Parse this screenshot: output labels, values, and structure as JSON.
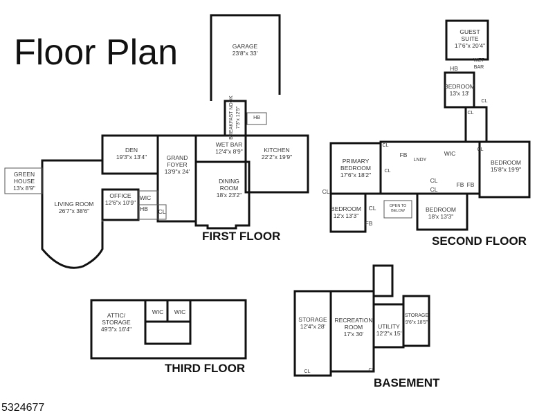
{
  "title": "Floor Plan",
  "listing_number": "5324677",
  "floors": {
    "first": "FIRST FLOOR",
    "second": "SECOND FLOOR",
    "third": "THIRD FLOOR",
    "basement": "BASEMENT"
  },
  "first_floor": {
    "garage": {
      "name": "GARAGE",
      "dims": "23'8\"x 33'"
    },
    "breakfast_nook": {
      "name": "BREAKFAST NOOK",
      "dims": "7'3\"x 12'5\""
    },
    "nook_hb": "HB",
    "den": {
      "name": "DEN",
      "dims": "19'3\"x 13'4\""
    },
    "grand_foyer": {
      "name": "GRAND FOYER",
      "dims": "13'9\"x 24'"
    },
    "wet_bar": {
      "name": "WET BAR",
      "dims": "12'4\"x 8'9\""
    },
    "kitchen": {
      "name": "KITCHEN",
      "dims": "22'2\"x 19'9\""
    },
    "dining_room": {
      "name": "DINING ROOM",
      "dims": "18'x 23'2\""
    },
    "living_room": {
      "name": "LIVING ROOM",
      "dims": "26'7\"x 38'6\""
    },
    "green_house": {
      "name": "GREEN HOUSE",
      "dims": "13'x 8'9\""
    },
    "office": {
      "name": "OFFICE",
      "dims": "12'6\"x 10'9\""
    },
    "wic": "WIC",
    "hb": "HB",
    "cl": "CL"
  },
  "second_floor": {
    "guest_suite": {
      "name": "GUEST SUITE",
      "dims": "17'6\"x 20'4\""
    },
    "hb": "HB",
    "wet_bar": "WET BAR",
    "bedroom_guest": {
      "name": "BEDROOM",
      "dims": "13'x 13'"
    },
    "primary_bedroom": {
      "name": "PRIMARY BEDROOM",
      "dims": "17'6\"x 18'2\""
    },
    "bedroom_east": {
      "name": "BEDROOM",
      "dims": "15'8\"x 19'9\""
    },
    "bedroom_sw": {
      "name": "BEDROOM",
      "dims": "12'x 13'3\""
    },
    "bedroom_south": {
      "name": "BEDROOM",
      "dims": "18'x 13'3\""
    },
    "open_to_below": "OPEN TO BELOW",
    "wic": "WIC",
    "lndy": "LNDY",
    "fb": "FB",
    "cl": "CL"
  },
  "third_floor": {
    "attic": {
      "name": "ATTIC/ STORAGE",
      "dims": "49'3\"x 16'4\""
    },
    "wic": "WIC"
  },
  "basement": {
    "storage_west": {
      "name": "STORAGE",
      "dims": "12'4\"x 28'"
    },
    "recreation_room": {
      "name": "RECREATION ROOM",
      "dims": "17'x 30'"
    },
    "utility": {
      "name": "UTILITY",
      "dims": "12'2\"x 15'"
    },
    "storage_east": {
      "name": "STORAGE",
      "dims": "9'6\"x 18'5\""
    },
    "cl": "CL"
  }
}
